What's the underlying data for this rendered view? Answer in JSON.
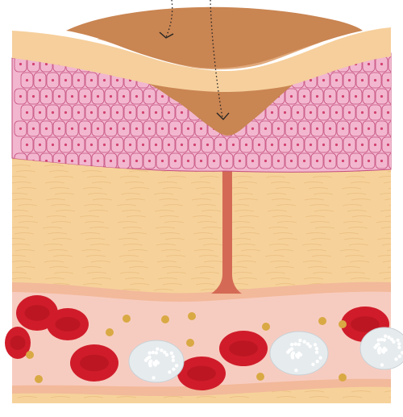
{
  "figure": {
    "kind": "skin-wound-cross-section",
    "layers": [
      "scab",
      "epidermis",
      "dermis",
      "blood-vessel"
    ],
    "cells": [
      "red-blood-cell",
      "white-blood-cell",
      "platelet"
    ],
    "colors": {
      "background": "#ffffff",
      "scab_dark": "#c98552",
      "scab_light": "#e0a87a",
      "epidermis_fill": "#f2b7cf",
      "epidermis_stroke": "#c44e7e",
      "epidermis_nucleus": "#d2426f",
      "dermis_fill": "#f6d29a",
      "dermis_fiber": "#e8b97e",
      "vessel_wall": "#f2b99a",
      "vessel_lumen": "#f7ccc0",
      "rbc_fill": "#d01c2a",
      "rbc_center": "#b0121f",
      "wbc_fill": "#e6ebee",
      "platelet_fill": "#d9a944",
      "tract_fill": "#d46a55"
    },
    "annotations": {
      "arrow_count": 2,
      "arrow_style": "dotted-curve-with-chevron-head"
    }
  }
}
